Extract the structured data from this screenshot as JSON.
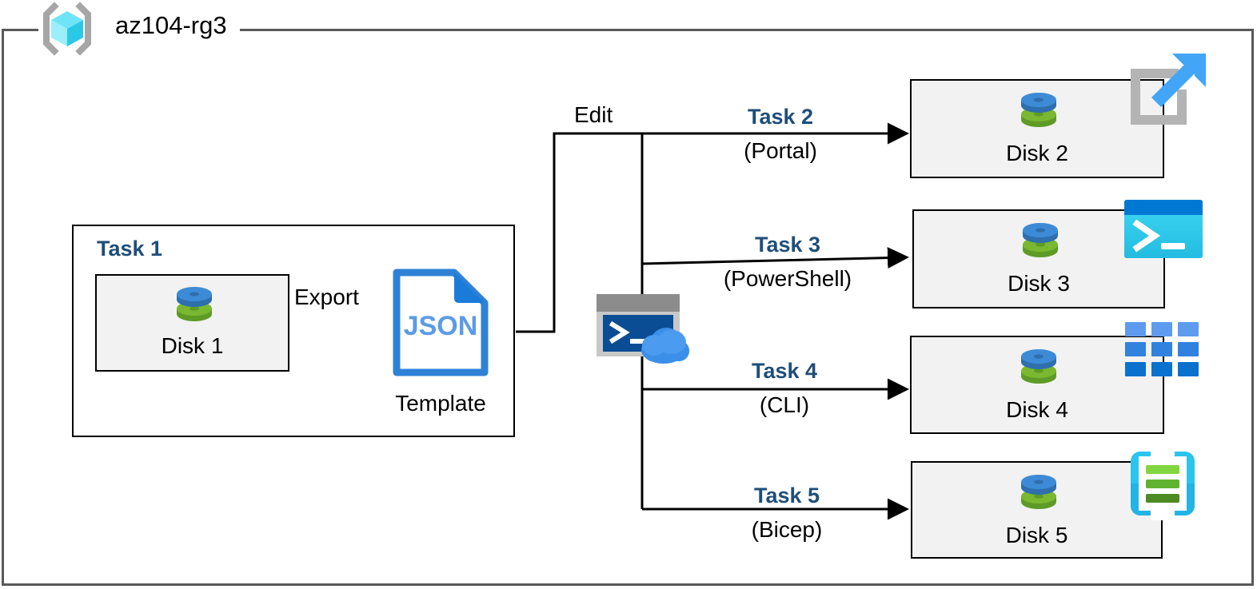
{
  "resource_group": {
    "name": "az104-rg3",
    "icon": "resource-group-cube-icon"
  },
  "task1": {
    "label": "Task 1",
    "disk": {
      "caption": "Disk 1",
      "icon": "managed-disk-icon"
    },
    "export_label": "Export",
    "template": {
      "file_type": "JSON",
      "caption": "Template",
      "icon": "json-file-icon"
    }
  },
  "edit_label": "Edit",
  "cloud_shell": {
    "icon": "cloud-shell-icon"
  },
  "branches": [
    {
      "task": "Task 2",
      "tool": "(Portal)",
      "disk_caption": "Disk 2",
      "tool_icon": "azure-portal-icon"
    },
    {
      "task": "Task 3",
      "tool": "(PowerShell)",
      "disk_caption": "Disk 3",
      "tool_icon": "powershell-icon"
    },
    {
      "task": "Task 4",
      "tool": "(CLI)",
      "disk_caption": "Disk 4",
      "tool_icon": "azure-cli-icon"
    },
    {
      "task": "Task 5",
      "tool": "(Bicep)",
      "disk_caption": "Disk 5",
      "tool_icon": "bicep-icon"
    }
  ],
  "colors": {
    "frame": "#595959",
    "task_blue": "#1F4E79",
    "box_fill": "#F2F2F2",
    "box_stroke": "#000000",
    "disk_blue": "#3D8BD6",
    "disk_green": "#7AB832",
    "json_blue": "#2F81D6",
    "portal_blue": "#42A5F5",
    "portal_gray": "#B4B4B4",
    "powershell_dark": "#0078D4",
    "powershell_cyan": "#32C8F0",
    "cli_blue": "#2E8CE0",
    "bicep_cyan": "#2BC4EF",
    "bicep_green": "#6CC644"
  }
}
